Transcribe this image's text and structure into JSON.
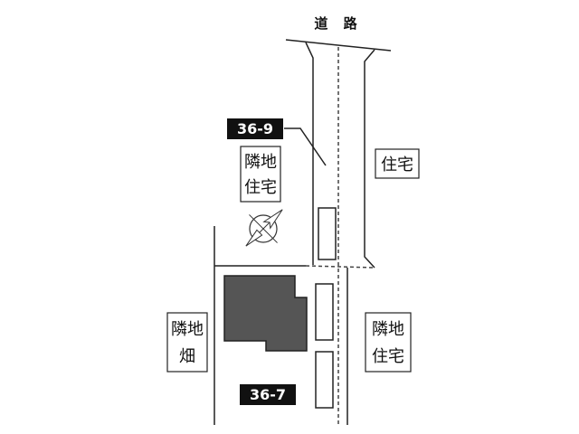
{
  "diagram": {
    "road_label": "道 路",
    "lot_tags": [
      "36-9",
      "36-7"
    ],
    "neighbor_labels": {
      "top_left": [
        "隣地",
        "住宅"
      ],
      "top_right": [
        "住宅"
      ],
      "bottom_left": [
        "隣地",
        "畑"
      ],
      "bottom_right": [
        "隣地",
        "住宅"
      ]
    }
  },
  "colors": {
    "line": "#222222",
    "building": "#555555",
    "tag_background": "#111111",
    "tag_text": "#ffffff",
    "background": "#ffffff"
  },
  "icons": [
    "north-compass-icon"
  ]
}
